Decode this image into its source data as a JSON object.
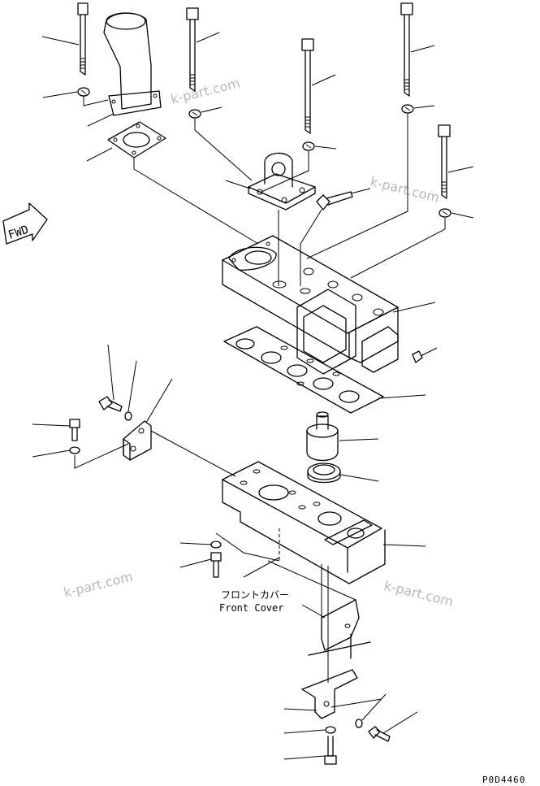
{
  "diagram": {
    "fwd_label": "FWD",
    "front_cover_jp": "フロントカバー",
    "front_cover_en": "Front Cover",
    "drawing_code": "P0D4460",
    "watermarks": [
      "k-part.com",
      "k-part.com",
      "k-part.com",
      "k-part.com"
    ]
  }
}
